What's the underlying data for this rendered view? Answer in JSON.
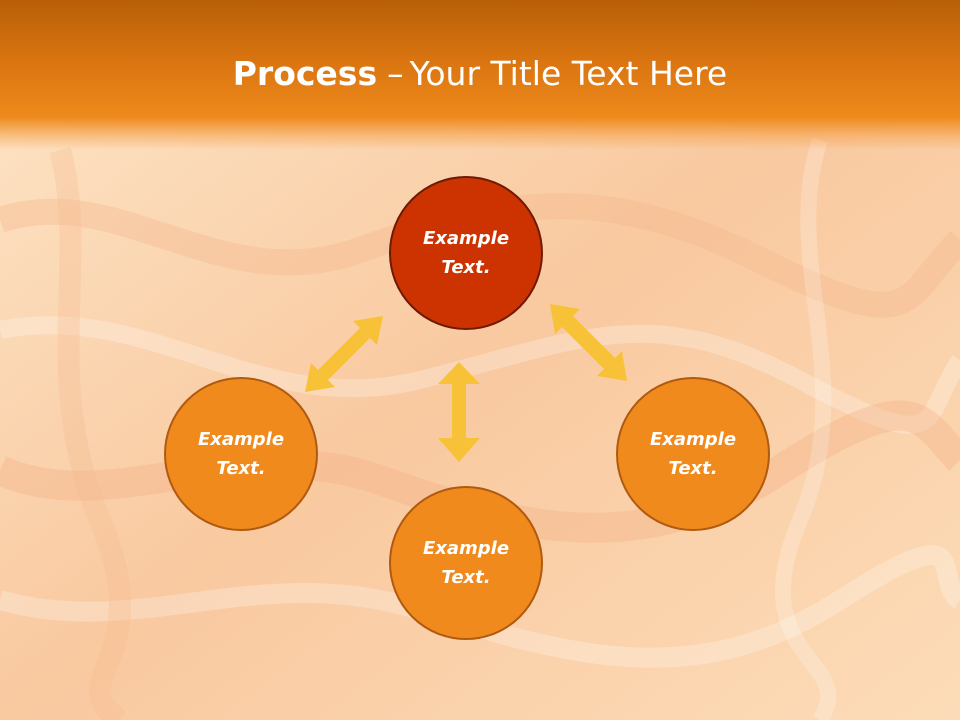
{
  "title": {
    "strong": "Process",
    "separator": "–",
    "rest": "Your Title Text Here"
  },
  "nodes": [
    {
      "line1": "Example",
      "line2": "Text."
    },
    {
      "line1": "Example",
      "line2": "Text."
    },
    {
      "line1": "Example",
      "line2": "Text."
    },
    {
      "line1": "Example",
      "line2": "Text."
    }
  ],
  "colors": {
    "header": "#e07a12",
    "node_top": "#cc3300",
    "node": "#f08a1c",
    "arrow": "#f8c238",
    "text": "#ffffff"
  }
}
